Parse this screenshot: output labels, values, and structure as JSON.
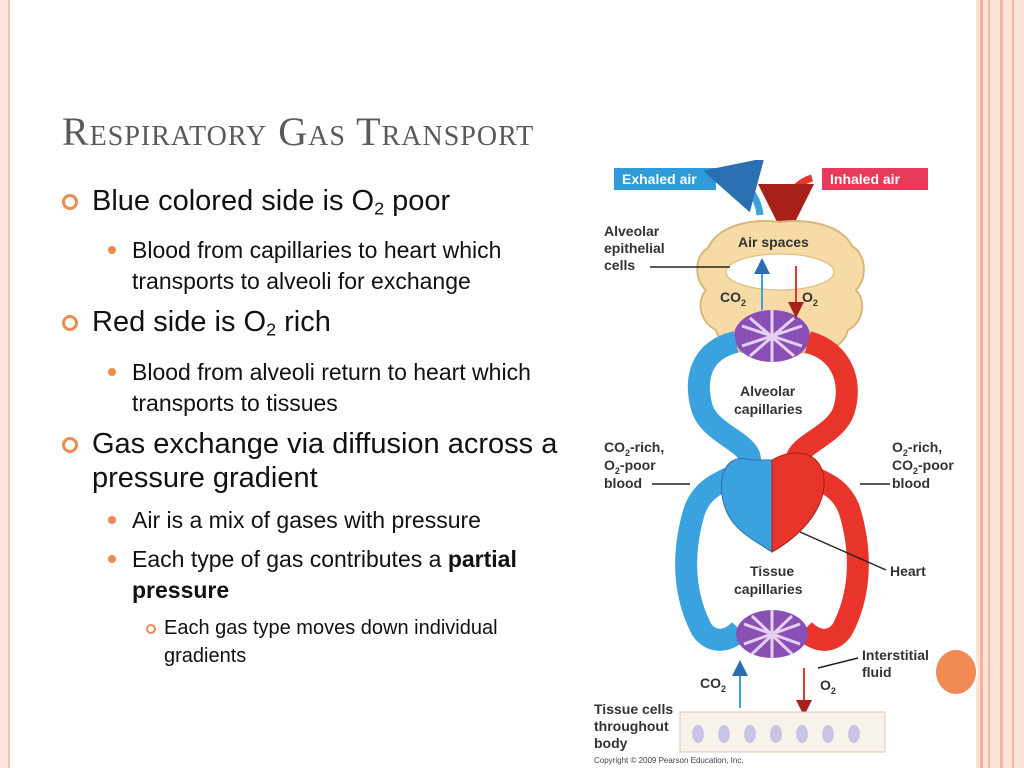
{
  "slide": {
    "title": "Respiratory Gas Transport",
    "bullets": [
      {
        "pre": "Blue colored side is O",
        "sub": "2",
        "post": " poor"
      },
      {
        "text": "Blood from capillaries to heart which transports to alveoli for exchange"
      },
      {
        "pre": "Red side is O",
        "sub": "2",
        "post": " rich"
      },
      {
        "text": "Blood from alveoli return to heart which transports to tissues"
      },
      {
        "text": "Gas exchange via diffusion across a pressure gradient"
      },
      {
        "text": "Air is a mix of gases with pressure"
      },
      {
        "pre": "Each type of gas contributes a ",
        "bold": "partial pressure"
      },
      {
        "text": "Each gas type moves down individual gradients"
      }
    ]
  },
  "diagram": {
    "exhaled_air": "Exhaled air",
    "inhaled_air": "Inhaled air",
    "alveolar_epithelial_cells": [
      "Alveolar",
      "epithelial",
      "cells"
    ],
    "air_spaces": "Air spaces",
    "co2": "CO",
    "o2": "O",
    "sub2": "2",
    "alveolar_capillaries": [
      "Alveolar",
      "capillaries"
    ],
    "co2_rich_label": [
      "CO",
      "-rich,",
      "O",
      "-poor",
      "blood"
    ],
    "o2_rich_label": [
      "O",
      "-rich,",
      "CO",
      "-poor",
      "blood"
    ],
    "heart": "Heart",
    "tissue_capillaries": [
      "Tissue",
      "capillaries"
    ],
    "interstitial_fluid": [
      "Interstitial",
      "fluid"
    ],
    "tissue_cells": [
      "Tissue cells",
      "throughout",
      "body"
    ],
    "copyright": "Copyright © 2009 Pearson Education, Inc."
  },
  "colors": {
    "accent": "#f08a50",
    "blue": "#3aa2df",
    "red": "#e8342a",
    "purple": "#8a4fb5",
    "exhaled_bg": "#2f9bd8",
    "inhaled_bg": "#e63b5a"
  }
}
